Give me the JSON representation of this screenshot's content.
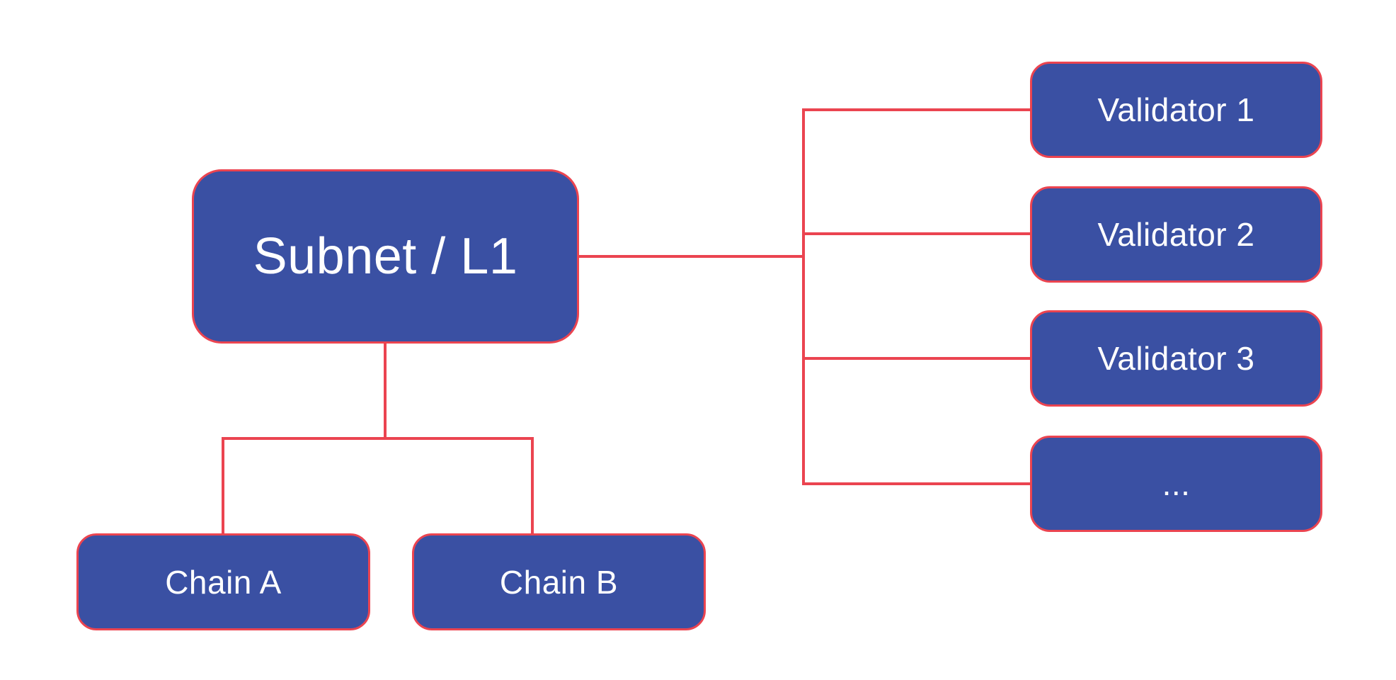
{
  "diagram": {
    "type": "tree",
    "background": "#ffffff",
    "colors": {
      "node_fill": "#3a50a3",
      "node_border": "#eb4450",
      "connector": "#eb4450",
      "label_text": "#ffffff"
    },
    "root": {
      "label": "Subnet / L1"
    },
    "chains": [
      {
        "label": "Chain A"
      },
      {
        "label": "Chain B"
      }
    ],
    "validators": [
      {
        "label": "Validator 1"
      },
      {
        "label": "Validator 2"
      },
      {
        "label": "Validator 3"
      },
      {
        "label": "..."
      }
    ],
    "edges": [
      {
        "from": "Subnet / L1",
        "to": "Chain A"
      },
      {
        "from": "Subnet / L1",
        "to": "Chain B"
      },
      {
        "from": "Subnet / L1",
        "to": "Validator 1"
      },
      {
        "from": "Subnet / L1",
        "to": "Validator 2"
      },
      {
        "from": "Subnet / L1",
        "to": "Validator 3"
      },
      {
        "from": "Subnet / L1",
        "to": "..."
      }
    ]
  }
}
